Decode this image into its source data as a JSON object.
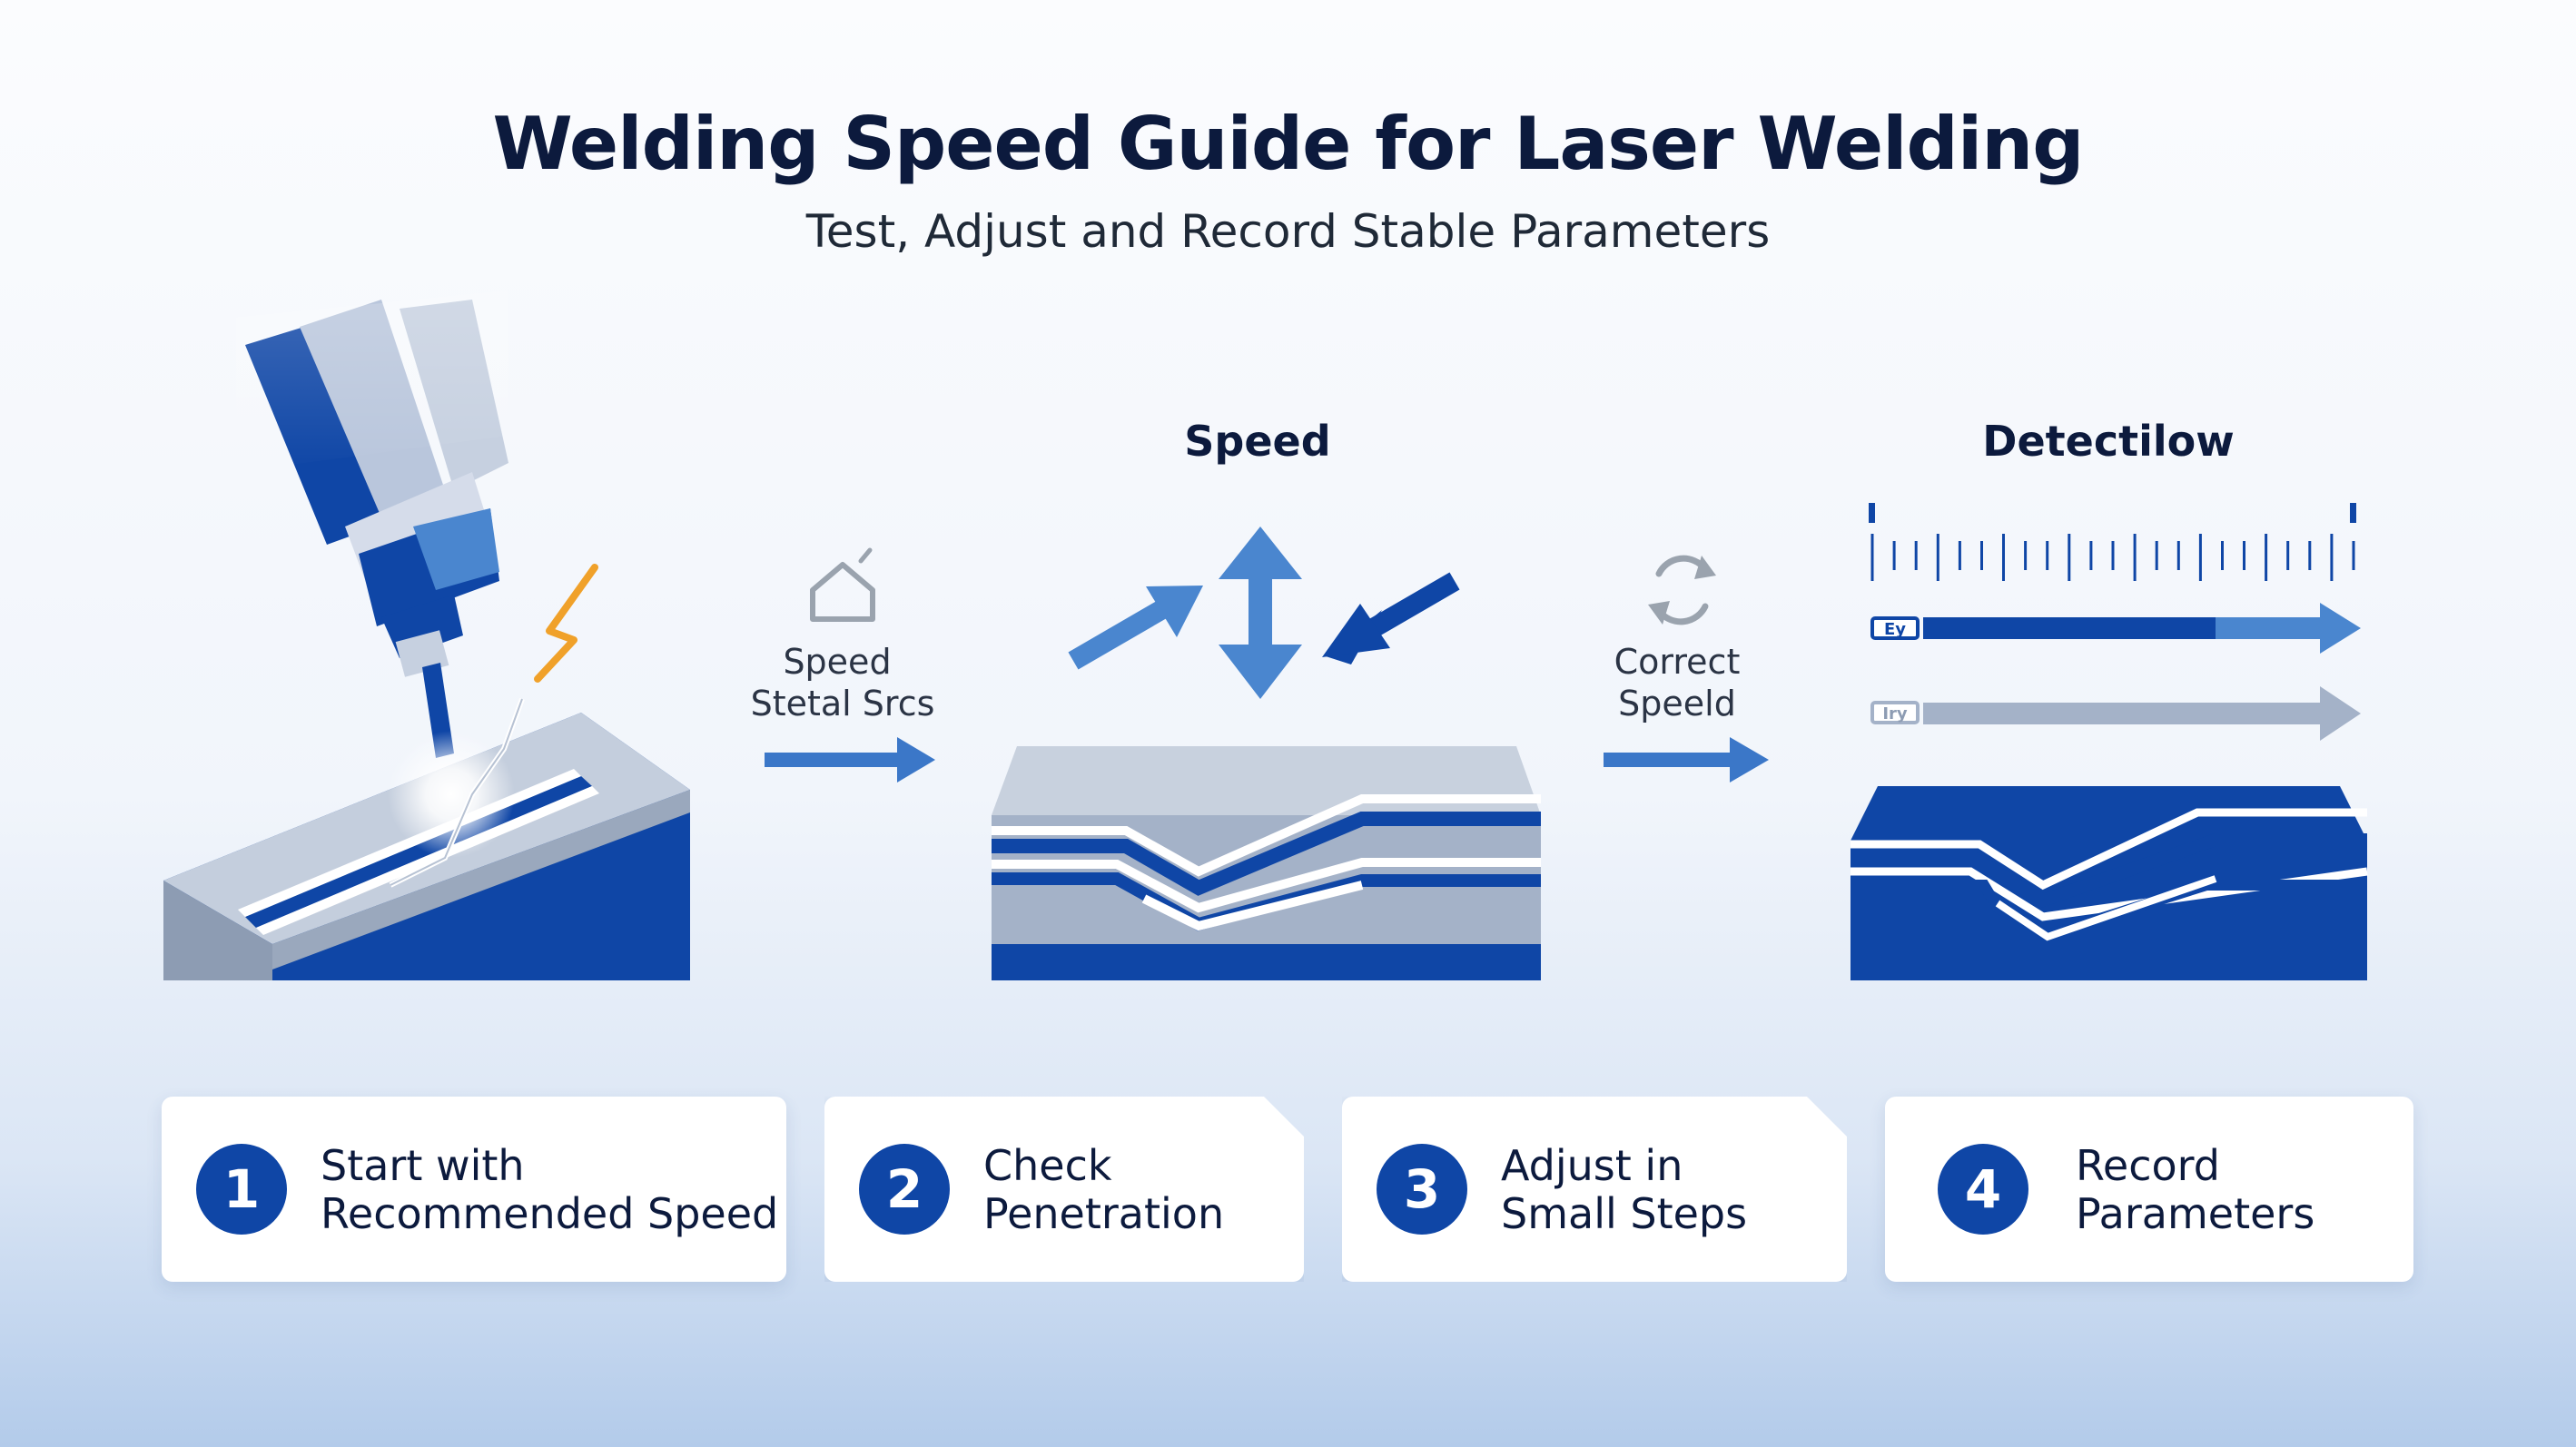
{
  "header": {
    "title": "Welding Speed Guide for Laser Welding",
    "subtitle": "Test, Adjust and Record Stable Parameters"
  },
  "diagram": {
    "stage2_label": "Speed",
    "stage3_label": "Detectilow",
    "arrow1_label_line1": "Speed",
    "arrow1_label_line2": "Stetal Srcs",
    "arrow2_label_line1": "Correct",
    "arrow2_label_line2": "Speeld",
    "bar1_tag": "Ey",
    "bar2_tag": "Iry",
    "icons": [
      "laser-head-icon",
      "house-outline-icon",
      "refresh-icon",
      "lightning-bolt-icon"
    ]
  },
  "steps": [
    {
      "number": "1",
      "line1": "Start with",
      "line2": "Recommended Speed"
    },
    {
      "number": "2",
      "line1": "Check",
      "line2": "Penetration"
    },
    {
      "number": "3",
      "line1": "Adjust in",
      "line2": "Small Steps"
    },
    {
      "number": "4",
      "line1": "Record",
      "line2": "Parameters"
    }
  ],
  "colors": {
    "primary_blue": "#0f46a6",
    "light_blue": "#4a86cf",
    "steel_gray": "#a4b2c8",
    "spark_orange": "#f0a12a",
    "title_navy": "#0c1a3d"
  }
}
